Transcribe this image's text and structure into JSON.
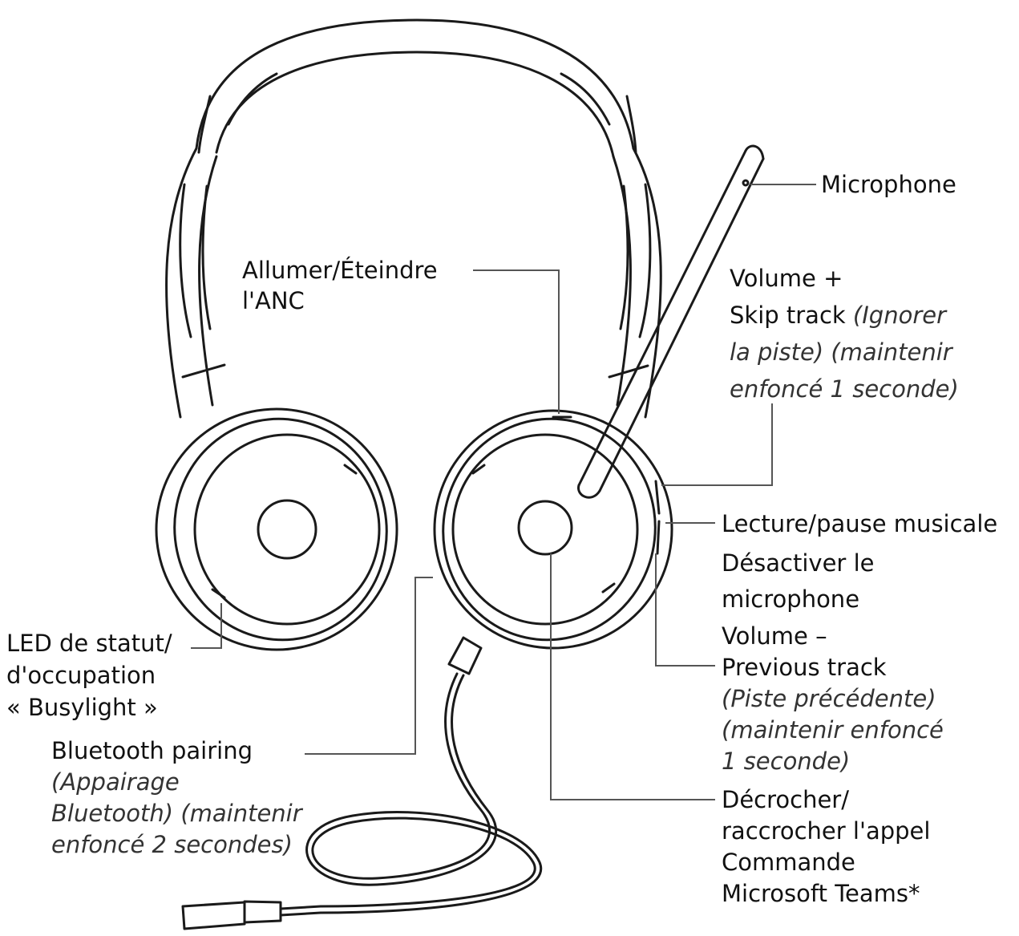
{
  "labels": {
    "microphone": "Microphone",
    "anc": [
      "Allumer/Éteindre",
      "l'ANC"
    ],
    "volume_up": {
      "line1": "Volume +",
      "line2_main": "Skip track ",
      "line2_italic": "(Ignorer",
      "italic_lines": [
        "la piste) (maintenir",
        "enfoncé 1 seconde)"
      ]
    },
    "play_pause": "Lecture/pause musicale",
    "mute": [
      "Désactiver le",
      "microphone"
    ],
    "volume_down": {
      "main": [
        "Volume –",
        "Previous track"
      ],
      "italic": [
        "(Piste précédente)",
        "(maintenir enfoncé",
        "1 seconde)"
      ]
    },
    "call": [
      "Décrocher/",
      "raccrocher l'appel",
      "Commande",
      "Microsoft Teams*"
    ],
    "busylight": [
      "LED de statut/",
      "d'occupation",
      "« Busylight »"
    ],
    "bluetooth": {
      "main": "Bluetooth pairing",
      "italic": [
        "(Appairage",
        "Bluetooth) (maintenir",
        "enfoncé 2 secondes)"
      ]
    }
  },
  "colors": {
    "stroke": "#1a1a1a",
    "leader": "#555555",
    "text": "#111111"
  }
}
